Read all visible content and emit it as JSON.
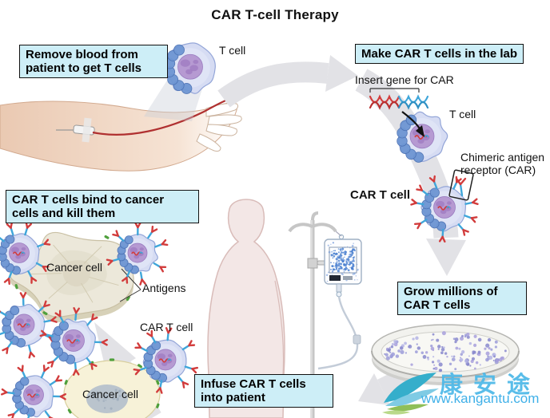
{
  "title": "CAR T-cell Therapy",
  "steps": {
    "remove_blood": "Remove blood from patient to get T cells",
    "make_car": "Make CAR T cells in the lab",
    "grow": "Grow millions of CAR T cells",
    "infuse": "Infuse CAR T cells into patient",
    "bind": "CAR T cells bind to cancer cells and kill them"
  },
  "labels": {
    "t_cell_top": "T cell",
    "insert_gene": "Insert gene for CAR",
    "t_cell_lab": "T cell",
    "car_receptor": "Chimeric antigen receptor (CAR)",
    "car_t_cell": "CAR T cell",
    "cancer_cell_top": "Cancer cell",
    "antigens": "Antigens",
    "car_t_cell_small": "CAR T cell",
    "cancer_cell_bottom": "Cancer cell"
  },
  "watermark": {
    "brand_cn": "康安途",
    "url": "www.kangantu.com"
  },
  "colors": {
    "box_bg": "#cdeef7",
    "box_border": "#111111",
    "arrow": "#e2e2e6",
    "watermark_blue": "#45b4e8",
    "cell_body": "#d6dcf3",
    "cell_edge": "#6e96d3",
    "nucleus": "#b69ad2",
    "receptor_red": "#d23c3c",
    "receptor_stem": "#3fa6da",
    "antigen_green": "#4fa03c",
    "cancer_cream": "#ece8da",
    "cancer_yellow": "#f7f2d8",
    "skin": "#eac9b2",
    "patient": "#f3e7e6"
  }
}
